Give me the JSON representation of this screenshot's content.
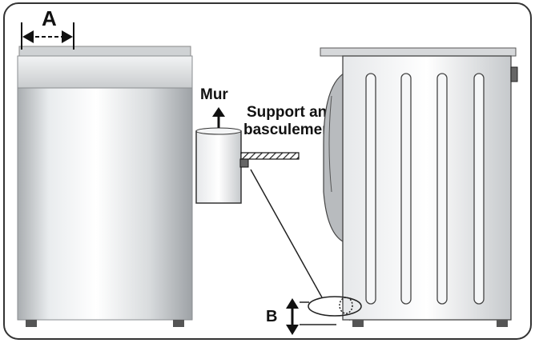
{
  "labels": {
    "dimension_a": "A",
    "wall": "Mur",
    "anti_tip_support_line1": "Support anti-",
    "anti_tip_support_line2": "basculement",
    "dimension_b": "B"
  }
}
